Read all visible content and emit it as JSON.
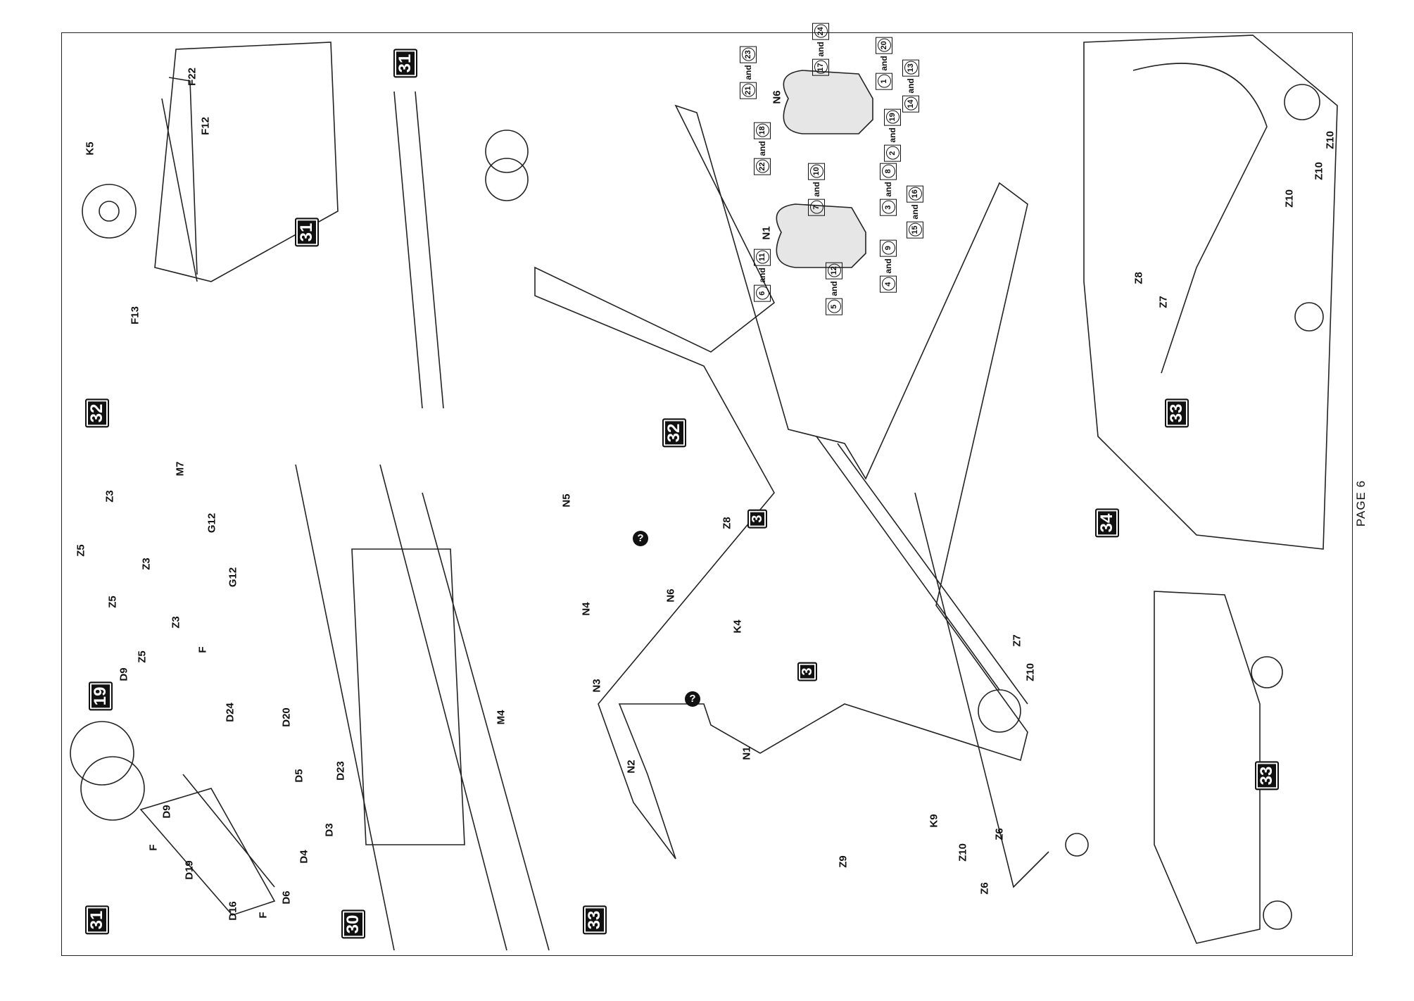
{
  "page": {
    "label": "PAGE 6"
  },
  "steps": [
    {
      "number": "31"
    },
    {
      "number": "30"
    },
    {
      "number": "19"
    },
    {
      "number": "32"
    },
    {
      "number": "31"
    },
    {
      "number": "31"
    },
    {
      "number": "32"
    },
    {
      "number": "33"
    },
    {
      "number": "33"
    },
    {
      "number": "34"
    },
    {
      "number": "33"
    },
    {
      "number": "3"
    },
    {
      "number": "3"
    }
  ],
  "choice_markers": [
    {
      "symbol": "?"
    },
    {
      "symbol": "?"
    }
  ],
  "part_labels": [
    "K5",
    "F22",
    "F12",
    "F13",
    "M7",
    "Z3",
    "Z5",
    "G12",
    "Z3",
    "Z5",
    "G12",
    "Z3",
    "Z5",
    "F",
    "D9",
    "D24",
    "D20",
    "M4",
    "D5",
    "D23",
    "D9",
    "D3",
    "F",
    "D4",
    "D19",
    "D6",
    "D16",
    "F",
    "N5",
    "N4",
    "Z8",
    "N6",
    "K4",
    "N3",
    "N2",
    "N1",
    "Z7",
    "Z10",
    "K9",
    "Z10",
    "Z6",
    "Z6",
    "Z9",
    "N6",
    "N1",
    "Z10",
    "Z10",
    "Z10",
    "Z8",
    "Z7"
  ],
  "canopy_callouts": {
    "joiner": "and",
    "pairs": [
      [
        "21",
        "23"
      ],
      [
        "17",
        "24"
      ],
      [
        "1",
        "20"
      ],
      [
        "14",
        "13"
      ],
      [
        "2",
        "19"
      ],
      [
        "22",
        "18"
      ],
      [
        "7",
        "10"
      ],
      [
        "3",
        "8"
      ],
      [
        "15",
        "16"
      ],
      [
        "4",
        "9"
      ],
      [
        "5",
        "12"
      ],
      [
        "6",
        "11"
      ]
    ]
  },
  "colors": {
    "ink": "#111111",
    "paper": "#ffffff",
    "canopy_tint": "#e6e6e6"
  }
}
